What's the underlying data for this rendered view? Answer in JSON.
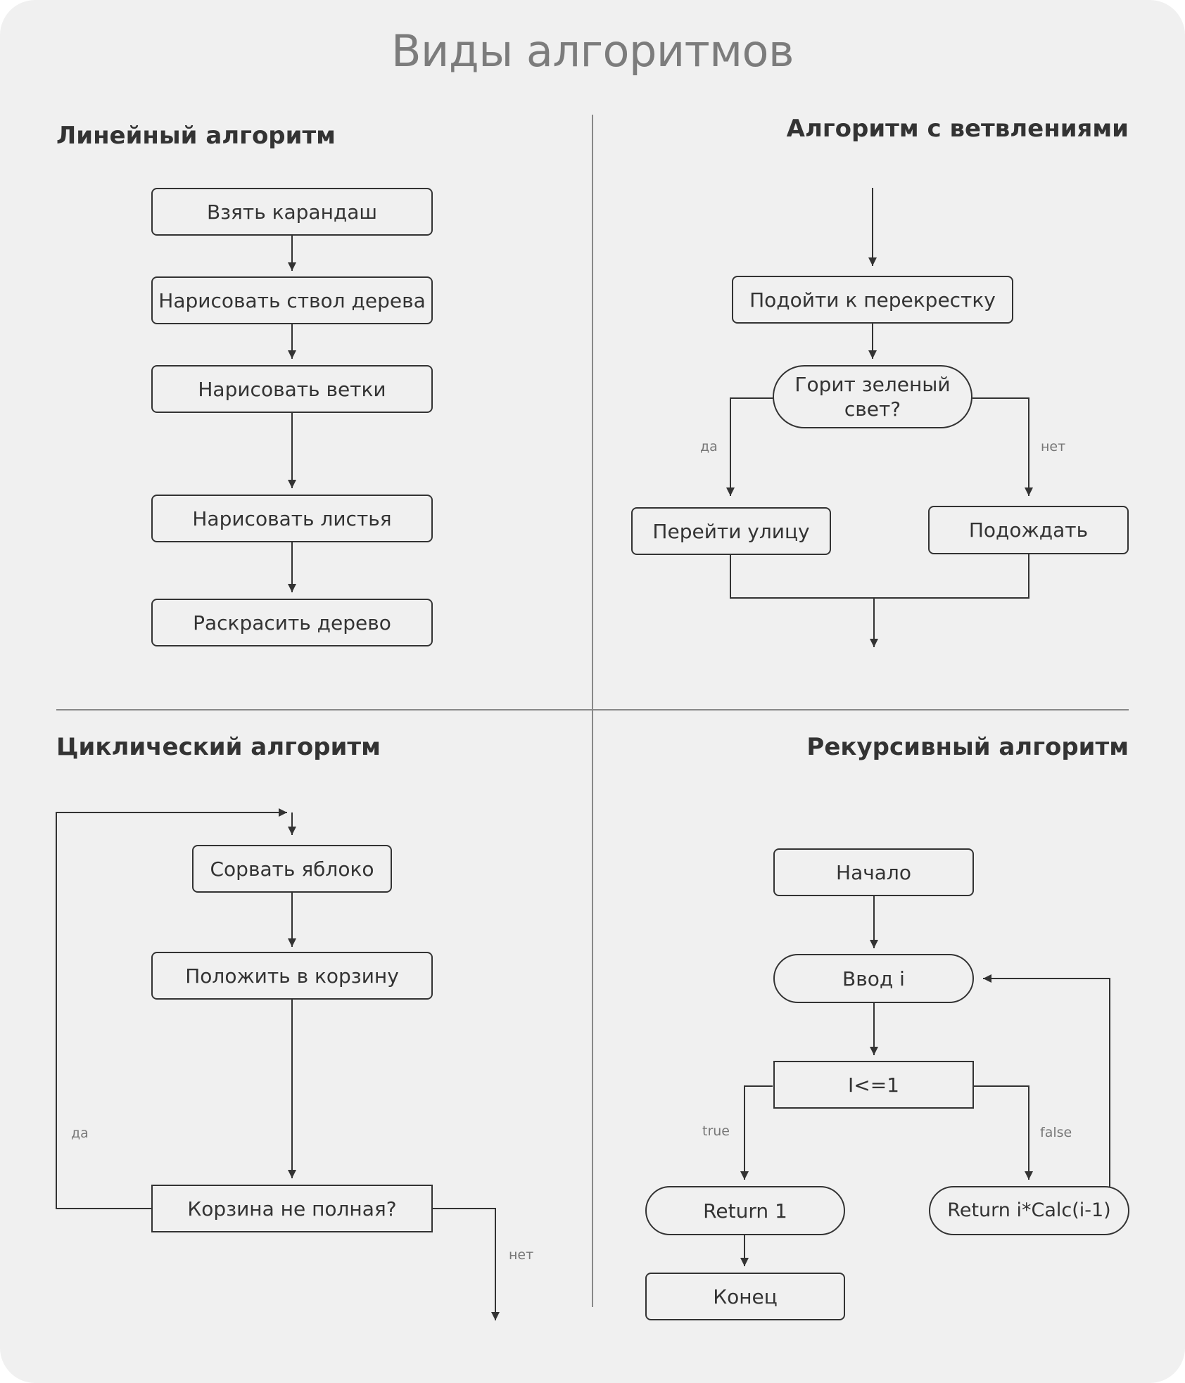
{
  "title": "Виды алгоритмов",
  "colors": {
    "background": "#f0f0f0",
    "stroke": "#333333",
    "title": "#7c7c7c",
    "divider": "#888888"
  },
  "linear": {
    "heading": "Линейный алгоритм",
    "steps": [
      "Взять карандаш",
      "Нарисовать ствол дерева",
      "Нарисовать ветки",
      "Нарисовать листья",
      "Раскрасить дерево"
    ]
  },
  "branching": {
    "heading": "Алгоритм с ветвлениями",
    "start": "Подойти к перекрестку",
    "condition": "Горит зеленый свет?",
    "yes_label": "да",
    "no_label": "нет",
    "yes_action": "Перейти улицу",
    "no_action": "Подождать"
  },
  "cyclic": {
    "heading": "Циклический алгоритм",
    "step1": "Сорвать яблоко",
    "step2": "Положить в корзину",
    "condition": "Корзина не полная?",
    "yes_label": "да",
    "no_label": "нет"
  },
  "recursive": {
    "heading": "Рекурсивный алгоритм",
    "start": "Начало",
    "input": "Ввод i",
    "condition": "I<=1",
    "true_label": "true",
    "false_label": "false",
    "return_one": "Return 1",
    "return_recursive": "Return i*Calc(i-1)",
    "end": "Конец"
  }
}
